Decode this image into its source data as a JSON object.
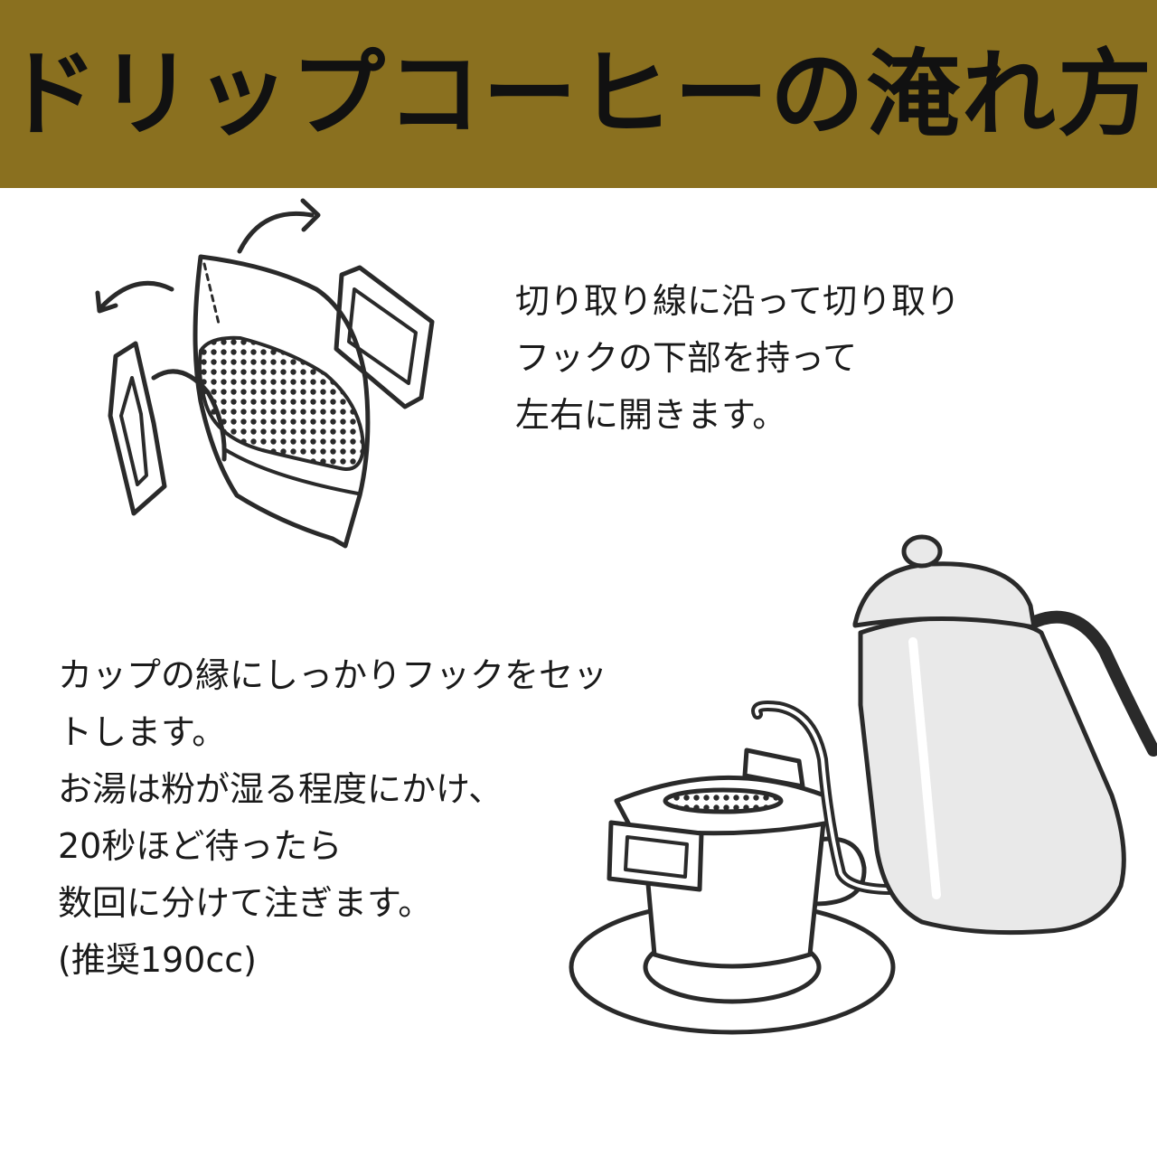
{
  "colors": {
    "header_bg": "#8a701f",
    "text": "#111111",
    "kettle_fill": "#e9e9e9",
    "dots": "#2a2a2a"
  },
  "header": {
    "title": "ドリップコーヒーの淹れ方"
  },
  "steps": [
    {
      "lines": [
        "切り取り線に沿って切り取り",
        "フックの下部を持って",
        "左右に開きます。"
      ]
    },
    {
      "lines": [
        "カップの縁にしっかりフックをセッ",
        "トします。",
        "お湯は粉が湿る程度にかけ、",
        "20秒ほど待ったら",
        "数回に分けて注ぎます。",
        "(推奨190cc)"
      ]
    }
  ]
}
